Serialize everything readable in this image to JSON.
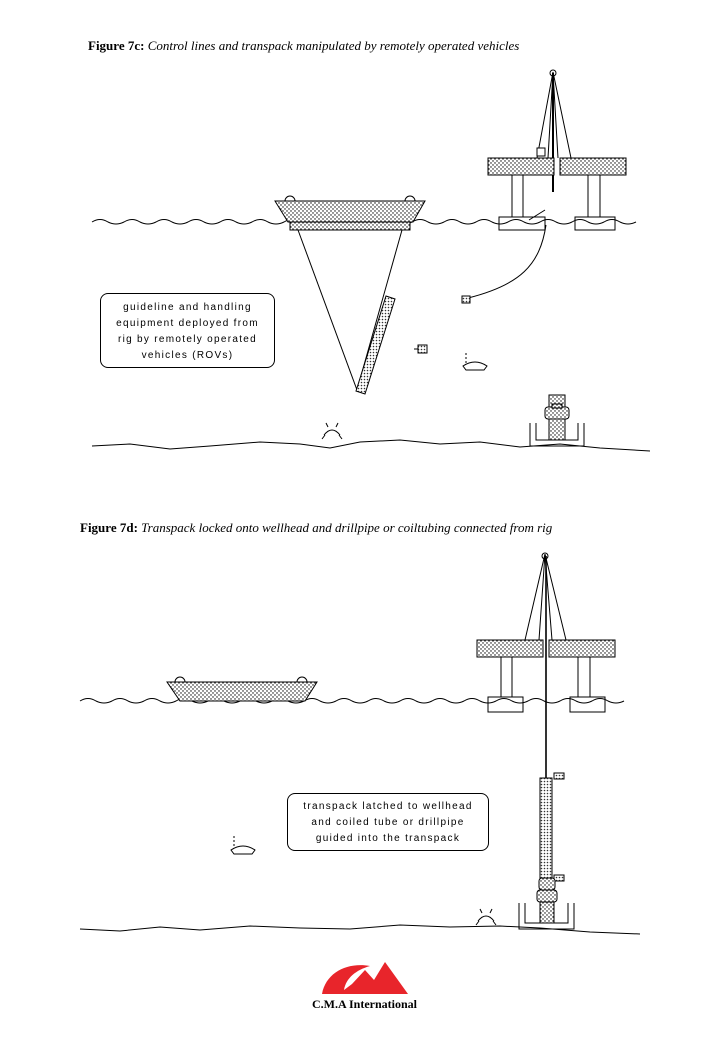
{
  "figure_7c": {
    "label": "Figure 7c:",
    "caption": "Control lines and transpack manipulated by remotely operated vehicles",
    "note_lines": [
      "guideline and handling",
      "equipment deployed from",
      "rig by remotely operated",
      "vehicles (ROVs)"
    ]
  },
  "figure_7d": {
    "label": "Figure 7d:",
    "caption": "Transpack locked onto wellhead and drillpipe or coiltubing connected from rig",
    "note_lines": [
      "transpack latched to wellhead",
      "and coiled tube or drillpipe",
      "guided into the transpack"
    ]
  },
  "logo": {
    "text": "C.M.A International",
    "color": "#e8252b"
  }
}
